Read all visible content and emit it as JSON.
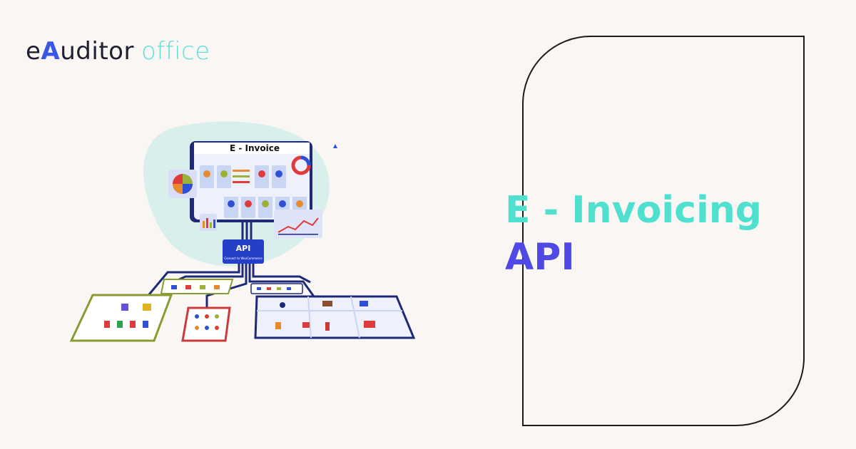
{
  "logo": {
    "brand_prefix": "e",
    "brand_mark": "A",
    "brand_suffix": "uditor",
    "product": "office"
  },
  "headline": {
    "line1": "E - Invoicing",
    "line2": "API"
  },
  "illustration": {
    "screen_title": "E - Invoice",
    "api_label": "API",
    "api_sublabel": "Connect to WooCommerce"
  },
  "colors": {
    "background": "#f9f6f3",
    "teal": "#4fe0cf",
    "indigo": "#4f4ae6",
    "navy": "#1e2a78",
    "frame": "#1b1b1b"
  }
}
